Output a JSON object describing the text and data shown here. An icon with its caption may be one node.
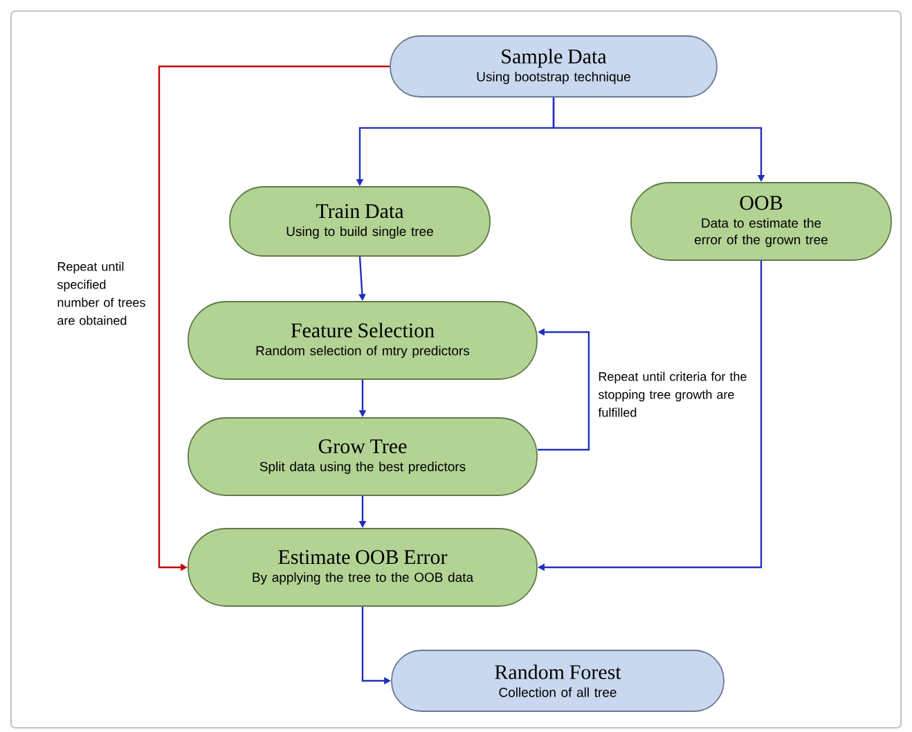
{
  "diagram": {
    "nodes": [
      {
        "text": [
          "Sample Data",
          "Using bootstrap technique"
        ]
      },
      {
        "text": [
          "Train Data",
          "Using to build single tree"
        ]
      },
      {
        "text": [
          "OOB",
          "Data to estimate the error of the grown tree"
        ]
      },
      {
        "text": [
          "Feature Selection",
          "Random selection of mtry predictors"
        ]
      },
      {
        "text": [
          "Grow Tree",
          "Split data using the best predictors"
        ]
      },
      {
        "text": [
          "Estimate OOB Error",
          "By applying the tree to the OOB data"
        ]
      },
      {
        "text": [
          "Random Forest",
          "Collection of all tree"
        ]
      }
    ],
    "edges": [
      {
        "from": 0,
        "to": 1,
        "arrow": "to"
      },
      {
        "from": 0,
        "to": 2,
        "arrow": "to"
      },
      {
        "from": 1,
        "to": 3,
        "arrow": "to"
      },
      {
        "from": 3,
        "to": 4,
        "arrow": "to"
      },
      {
        "from": 4,
        "to": 3,
        "arrow": "to",
        "label": "Repeat until criteria for the stopping tree growth are fulfilled"
      },
      {
        "from": 4,
        "to": 5,
        "arrow": "to"
      },
      {
        "from": 2,
        "to": 5,
        "arrow": "to"
      },
      {
        "from": 0,
        "to": 5,
        "arrow": "to",
        "color": "#c00000",
        "label": "Repeat until specified number of trees are obtained"
      },
      {
        "from": 5,
        "to": 6,
        "arrow": "to"
      }
    ]
  }
}
